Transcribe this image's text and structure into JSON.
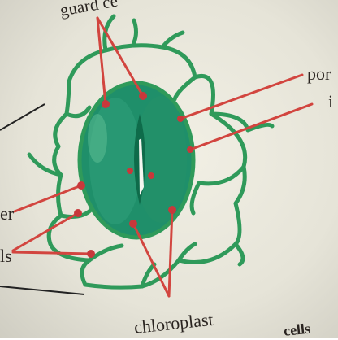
{
  "labels": {
    "guard_cells": "guard ce",
    "pore": "por",
    "inner": "i",
    "left_upper": "er",
    "left_lower": "ls",
    "chloroplast": "chloroplast",
    "bottom_caption": "cells"
  },
  "colors": {
    "cell_wall": "#2f9a5a",
    "guard_cell_fill": "#1f8f6a",
    "guard_cell_dark": "#0e6b4a",
    "pointer_line": "#d2453f",
    "marker_dot": "#c8383b",
    "paper": "#ecebe0"
  }
}
